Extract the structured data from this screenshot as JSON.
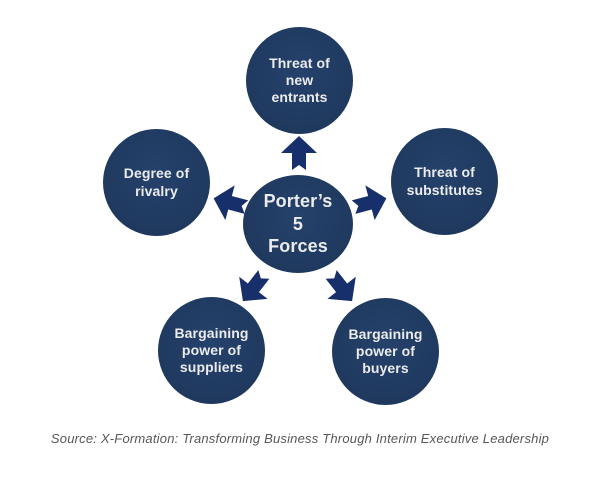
{
  "diagram": {
    "center_label": "Porter’s\n5\nForces",
    "nodes": [
      {
        "id": "threat-of-new-entrants",
        "position": "top",
        "label": "Threat of\nnew\nentrants"
      },
      {
        "id": "threat-of-substitutes",
        "position": "right",
        "label": "Threat of\nsubstitutes"
      },
      {
        "id": "degree-of-rivalry",
        "position": "left",
        "label": "Degree of\nrivalry"
      },
      {
        "id": "bargaining-power-of-suppliers",
        "position": "bottom-left",
        "label": "Bargaining\npower of\nsuppliers"
      },
      {
        "id": "bargaining-power-of-buyers",
        "position": "bottom-right",
        "label": "Bargaining\npower of\nbuyers"
      }
    ],
    "arrows": [
      {
        "icon": "block-arrow-up-icon",
        "direction": "up"
      },
      {
        "icon": "block-arrow-upper-left-icon",
        "direction": "upper-left"
      },
      {
        "icon": "block-arrow-upper-right-icon",
        "direction": "upper-right"
      },
      {
        "icon": "block-arrow-lower-left-icon",
        "direction": "lower-left"
      },
      {
        "icon": "block-arrow-lower-right-icon",
        "direction": "lower-right"
      }
    ],
    "colors": {
      "circle_fill": "#203a60",
      "arrow_fill": "#172f6b",
      "label_text": "#ececec",
      "source_text": "#57575a",
      "background": "#ffffff"
    }
  },
  "footer": {
    "source": "Source: X-Formation: Transforming Business Through Interim Executive Leadership"
  }
}
